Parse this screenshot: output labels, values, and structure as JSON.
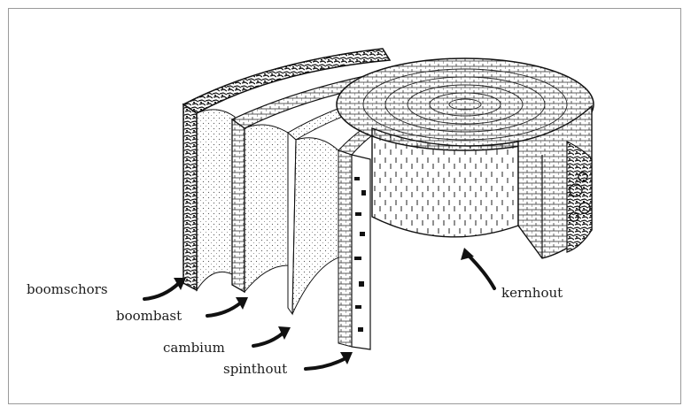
{
  "labels": {
    "bark": "boomschors",
    "phloem": "boombast",
    "cambium": "cambium",
    "sapwood": "spinthout",
    "heartwood": "kernhout"
  }
}
